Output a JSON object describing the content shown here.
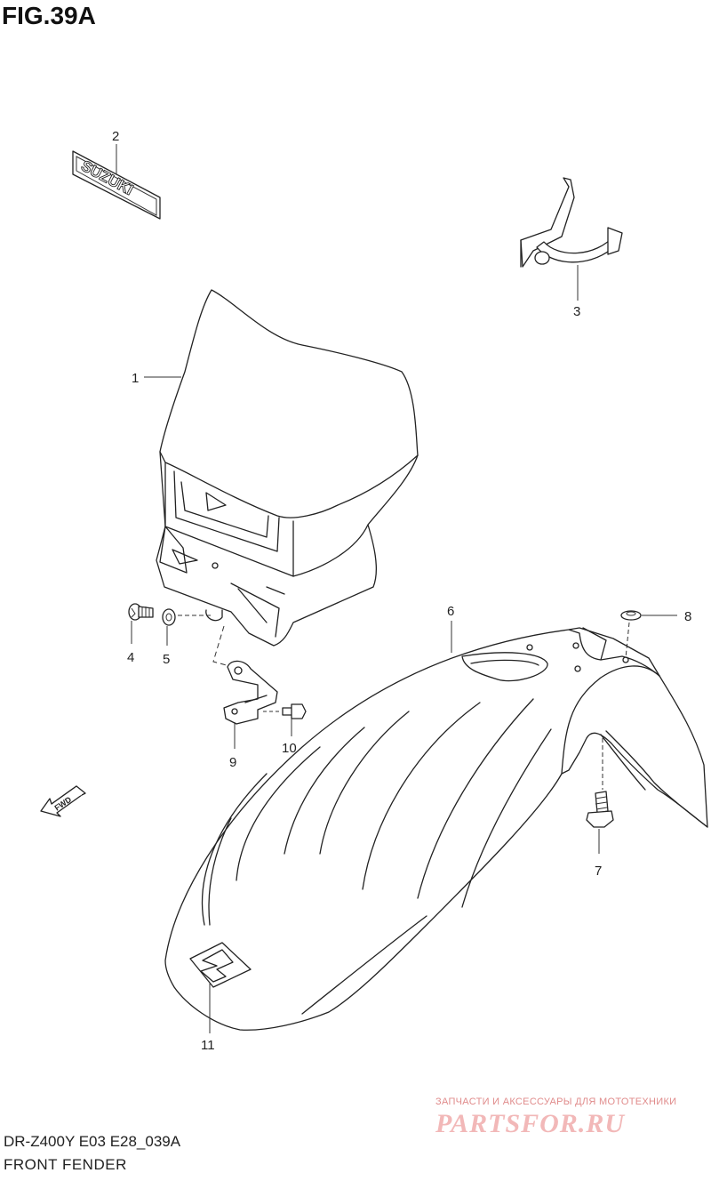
{
  "figure": {
    "title": "FIG.39A",
    "model_code": "DR-Z400Y E03 E28_039A",
    "section_name": "FRONT FENDER"
  },
  "parts": {
    "p1": "1",
    "p2": "2",
    "p3": "3",
    "p4": "4",
    "p5": "5",
    "p6": "6",
    "p7": "7",
    "p8": "8",
    "p9": "9",
    "p10": "10",
    "p11": "11"
  },
  "emblem_text": "SUZUKI",
  "fwd_label": "FWD",
  "watermark": {
    "tagline": "ЗАПЧАСТИ И АКСЕССУАРЫ ДЛЯ МОТОТЕХНИКИ",
    "brand": "PARTSFOR.RU"
  }
}
